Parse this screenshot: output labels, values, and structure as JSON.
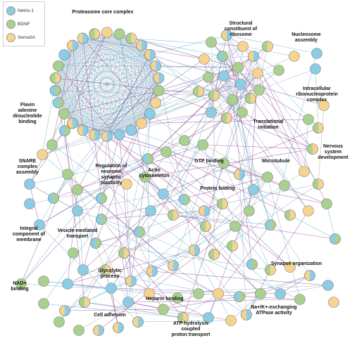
{
  "legend": [
    {
      "label": "Netrin-1",
      "color": "#8ccde6"
    },
    {
      "label": "BDNF",
      "color": "#a9d08e"
    },
    {
      "label": "Sema3A",
      "color": "#f6d38e"
    }
  ],
  "colors": {
    "edge_gray": "#8a9bb0",
    "edge_purple": "#8a3a8f",
    "edge_blue": "#4aa8c8",
    "node_border": "#7f7f7f"
  },
  "clusters": [
    {
      "id": "proteasome",
      "label": "Proteasome core complex"
    },
    {
      "id": "ribosome",
      "label": "Structural\nconstituent of\nribosome"
    },
    {
      "id": "nucleosome",
      "label": "Nucleosome\nassembly"
    },
    {
      "id": "ribonucleo",
      "label": "Intracellular\nribonucleoprotein\ncomplex"
    },
    {
      "id": "flavin",
      "label": "Flavin\nadenine\ndinucleotide\nbinding"
    },
    {
      "id": "translation",
      "label": "Translational\ninitiation"
    },
    {
      "id": "nervous",
      "label": "Nervous\nsystem\ndevelopment"
    },
    {
      "id": "snare",
      "label": "SNARE\ncomplex\nassembly"
    },
    {
      "id": "gtp",
      "label": "GTP binding"
    },
    {
      "id": "microtubule",
      "label": "Microtubule"
    },
    {
      "id": "regulation",
      "label": "Regulation of\nneuronal\nsynaptic\nplasticity"
    },
    {
      "id": "actin",
      "label": "Actin\ncytoskeleton"
    },
    {
      "id": "folding",
      "label": "Protein folding"
    },
    {
      "id": "integral",
      "label": "Integral\ncomponent of\nmembrane"
    },
    {
      "id": "vesicle",
      "label": "Vesicle-mediated\ntransport"
    },
    {
      "id": "synapse",
      "label": "Synapse organization"
    },
    {
      "id": "glycolytic",
      "label": "Glycolytic\nprocess"
    },
    {
      "id": "nad",
      "label": "NAD+\nbinding"
    },
    {
      "id": "heparin",
      "label": "Heparin binding"
    },
    {
      "id": "adhesion",
      "label": "Cell adhesion"
    },
    {
      "id": "atp",
      "label": "ATP hydrolysis\ncoupled\nproton transport"
    },
    {
      "id": "naK",
      "label": "Na+/K+-exchanging\nATPase activity"
    }
  ]
}
